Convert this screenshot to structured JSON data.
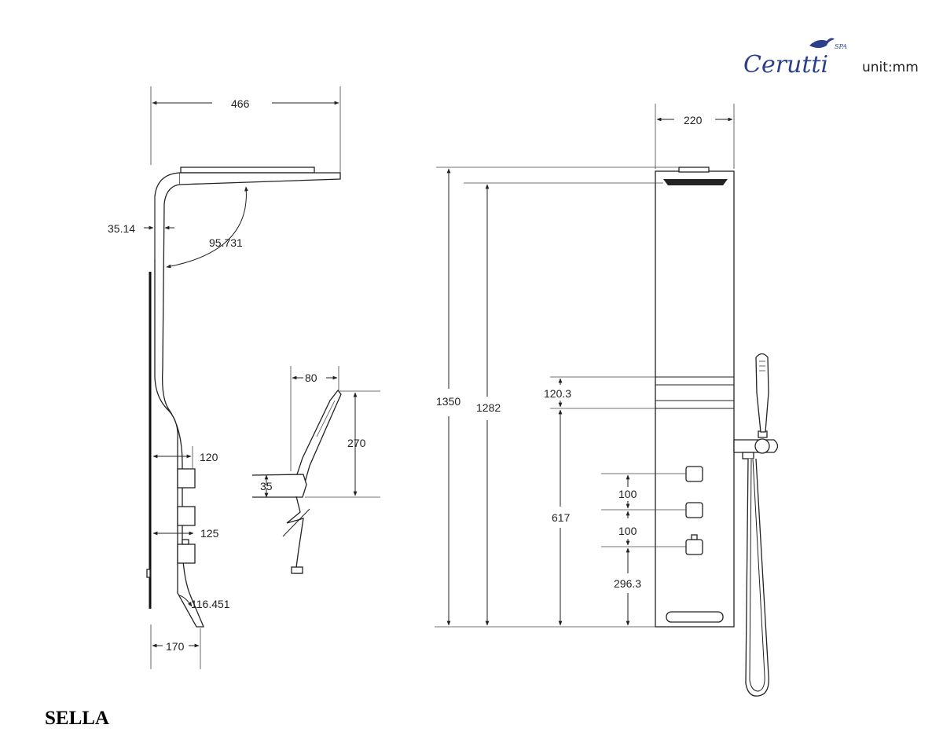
{
  "brand": {
    "name": "Cerutti",
    "sup": "SPA"
  },
  "unit_label": "unit:mm",
  "model_name": "SELLA",
  "side_view": {
    "dims": {
      "top_width": "466",
      "wall_offset": "35.14",
      "top_angle": "95.731",
      "upper_valve_depth": "120",
      "lower_valve_depth": "125",
      "bottom_angle": "116.451",
      "bottom_width": "170"
    }
  },
  "handshower": {
    "dims": {
      "width": "80",
      "height": "270",
      "holder": "35"
    }
  },
  "front_view": {
    "dims": {
      "panel_width": "220",
      "total_height": "1350",
      "head_height": "1282",
      "band_height": "120.3",
      "valve_zone": "617",
      "spacing_1": "100",
      "spacing_2": "100",
      "bottom_offset": "296.3"
    }
  }
}
